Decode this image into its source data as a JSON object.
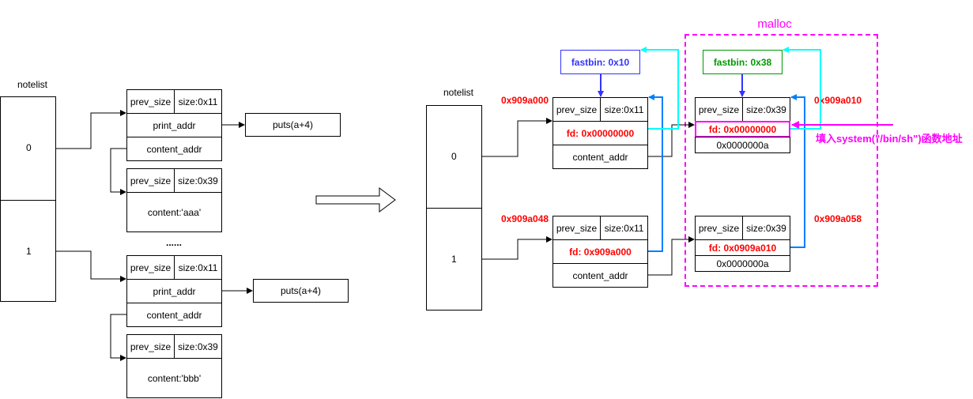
{
  "left": {
    "notelist_label": "notelist",
    "slots": [
      "0",
      "1"
    ],
    "note0": {
      "prev_size": "prev_size",
      "size": "size:0x11",
      "print_addr": "print_addr",
      "content_addr": "content_addr",
      "puts": "puts(a+4)",
      "content_prev": "prev_size",
      "content_size": "size:0x39",
      "content": "content:'aaa'"
    },
    "ellipsis": "......",
    "note1": {
      "prev_size": "prev_size",
      "size": "size:0x11",
      "print_addr": "print_addr",
      "content_addr": "content_addr",
      "puts": "puts(a+4)",
      "content_prev": "prev_size",
      "content_size": "size:0x39",
      "content": "content:'bbb'"
    }
  },
  "right": {
    "notelist_label": "notelist",
    "slots": [
      "0",
      "1"
    ],
    "fastbin_small": "fastbin: 0x10",
    "fastbin_large": "fastbin: 0x38",
    "malloc_label": "malloc",
    "addrs": {
      "a000": "0x909a000",
      "a048": "0x909a048",
      "a010": "0x909a010",
      "a058": "0x909a058"
    },
    "chunkA": {
      "prev_size": "prev_size",
      "size": "size:0x11",
      "fd": "fd: 0x00000000",
      "content_addr": "content_addr"
    },
    "chunkB": {
      "prev_size": "prev_size",
      "size": "size:0x11",
      "fd": "fd: 0x909a000",
      "content_addr": "content_addr"
    },
    "chunkC": {
      "prev_size": "prev_size",
      "size": "size:0x39",
      "fd": "fd: 0x00000000",
      "data": "0x0000000a"
    },
    "chunkD": {
      "prev_size": "prev_size",
      "size": "size:0x39",
      "fd": "fd: 0x0909a010",
      "data": "0x0000000a"
    },
    "annotation": "填入system(\"/bin/sh\")函数地址"
  },
  "colors": {
    "blue": "#3333ff",
    "green": "#009900",
    "cyan": "#00ffff",
    "magenta": "#ff00ff",
    "red": "#ff0000",
    "link_blue": "#007fff"
  }
}
